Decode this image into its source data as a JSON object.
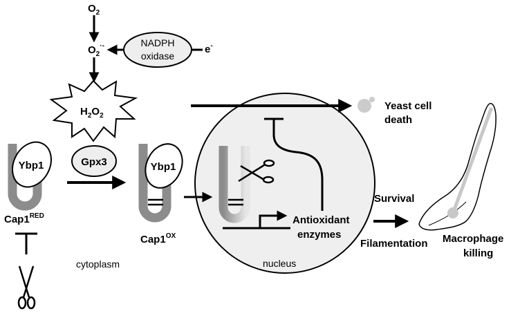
{
  "nodes": {
    "o2": "O",
    "o2_sub": "2",
    "superoxide": "O",
    "superoxide_sub": "2",
    "superoxide_sup": "·-",
    "nadph_line1": "NADPH",
    "nadph_line2": "oxidase",
    "electron": "e",
    "electron_sup": "-",
    "h2o2_h": "H",
    "h2o2_sub1": "2",
    "h2o2_o": "O",
    "h2o2_sub2": "2",
    "gpx3": "Gpx3",
    "ybp1_left": "Ybp1",
    "ybp1_right": "Ybp1",
    "cap1_red_base": "Cap1",
    "cap1_red_sup": "RED",
    "cap1_ox_base": "Cap1",
    "cap1_ox_sup": "OX",
    "yeast_line1": "Yeast cell",
    "yeast_line2": "death",
    "antiox_line1": "Antioxidant",
    "antiox_line2": "enzymes",
    "survival": "Survival",
    "filamentation": "Filamentation",
    "macro_line1": "Macrophage",
    "macro_line2": "killing",
    "cytoplasm": "cytoplasm",
    "nucleus": "nucleus"
  },
  "colors": {
    "cap1_gray": "#8c8c8c",
    "light_fill": "#eeeeee",
    "ybp1_fill": "#ffffff",
    "macrophage_rod": "#c8c8c8",
    "yeast_dot": "#cccccc"
  }
}
